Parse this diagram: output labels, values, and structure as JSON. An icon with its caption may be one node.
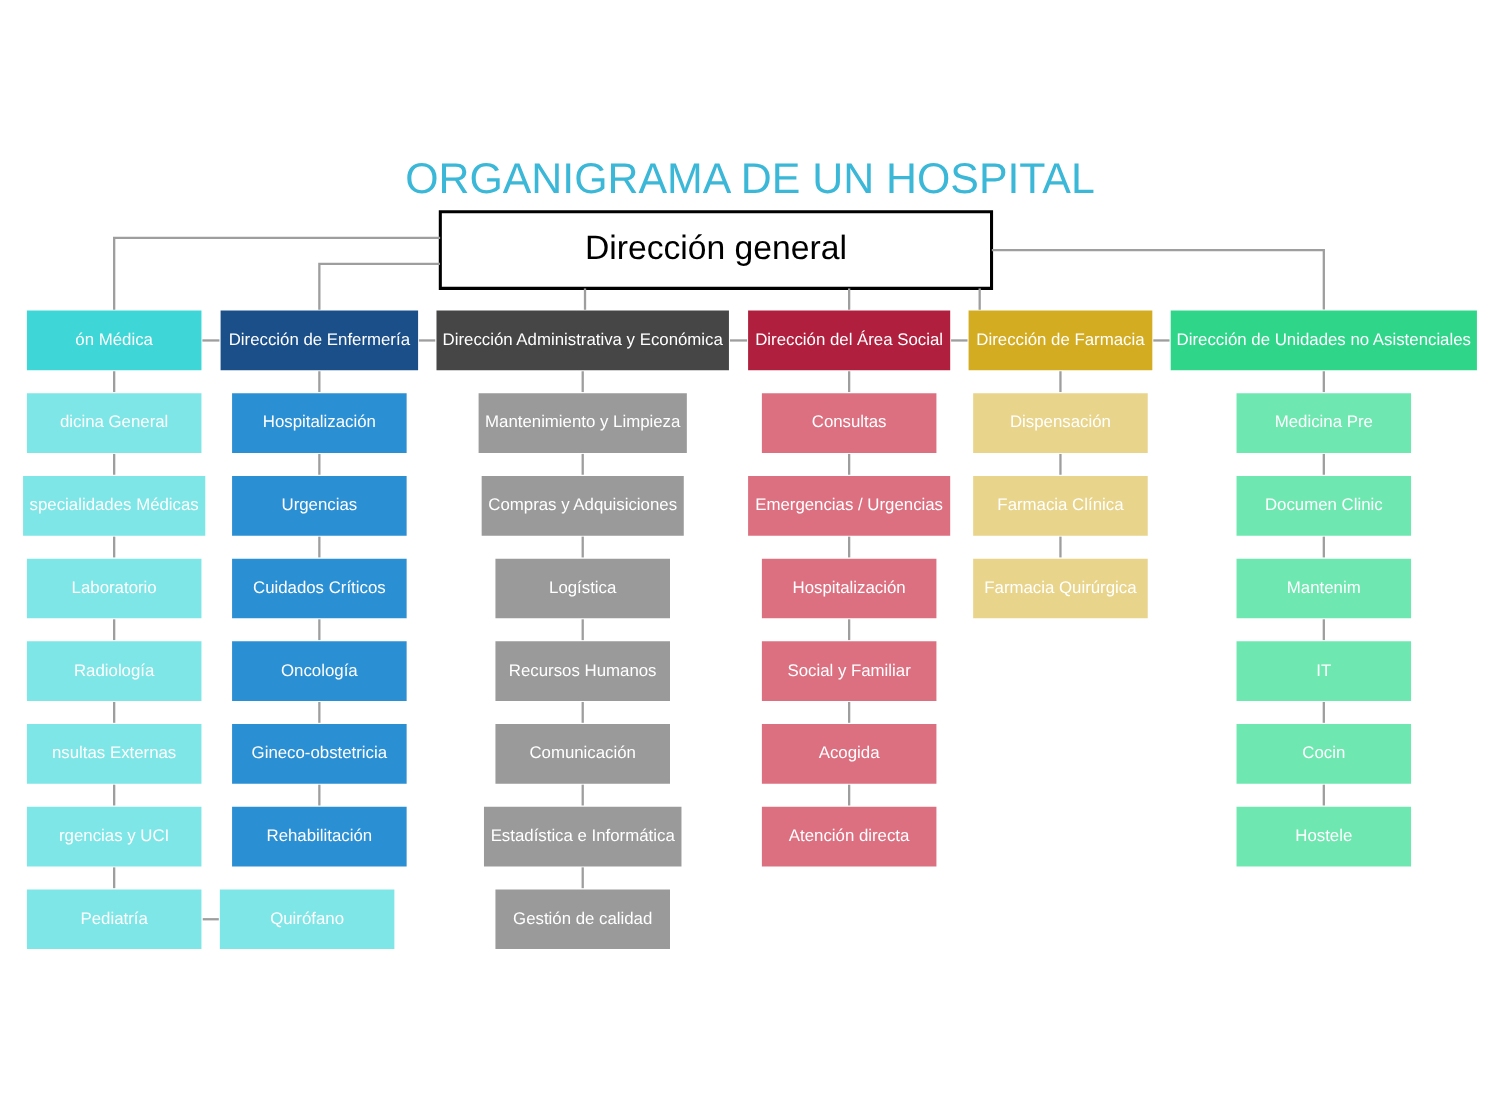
{
  "diagram": {
    "title": "ORGANIGRAMA DE UN HOSPITAL",
    "nodes": [
      {
        "text": [
          "Dirección general"
        ]
      },
      {
        "text": [
          "ón Médica"
        ]
      },
      {
        "text": [
          "Dirección de Enfermería"
        ]
      },
      {
        "text": [
          "Dirección Administrativa y Económica"
        ]
      },
      {
        "text": [
          "Dirección del Área Social"
        ]
      },
      {
        "text": [
          "Dirección de Farmacia"
        ]
      },
      {
        "text": [
          "Dirección de Unidades no Asistenciales"
        ]
      },
      {
        "text": [
          "dicina General"
        ]
      },
      {
        "text": [
          "specialidades Médicas"
        ]
      },
      {
        "text": [
          "Laboratorio"
        ]
      },
      {
        "text": [
          "Radiología"
        ]
      },
      {
        "text": [
          "nsultas Externas"
        ]
      },
      {
        "text": [
          "rgencias y UCI"
        ]
      },
      {
        "text": [
          "Pediatría"
        ]
      },
      {
        "text": [
          "Hospitalización"
        ]
      },
      {
        "text": [
          "Urgencias"
        ]
      },
      {
        "text": [
          "Cuidados Críticos"
        ]
      },
      {
        "text": [
          "Oncología"
        ]
      },
      {
        "text": [
          "Gineco-obstetricia"
        ]
      },
      {
        "text": [
          "Rehabilitación"
        ]
      },
      {
        "text": [
          "Quirófano"
        ]
      },
      {
        "text": [
          "Mantenimiento y Limpieza"
        ]
      },
      {
        "text": [
          "Compras y Adquisiciones"
        ]
      },
      {
        "text": [
          "Logística"
        ]
      },
      {
        "text": [
          "Recursos Humanos"
        ]
      },
      {
        "text": [
          "Comunicación"
        ]
      },
      {
        "text": [
          "Estadística e Informática"
        ]
      },
      {
        "text": [
          "Gestión de calidad"
        ]
      },
      {
        "text": [
          "Consultas"
        ]
      },
      {
        "text": [
          "Emergencias / Urgencias"
        ]
      },
      {
        "text": [
          "Hospitalización"
        ]
      },
      {
        "text": [
          "Social y Familiar"
        ]
      },
      {
        "text": [
          "Acogida"
        ]
      },
      {
        "text": [
          "Atención directa"
        ]
      },
      {
        "text": [
          "Dispensación"
        ]
      },
      {
        "text": [
          "Farmacia Clínica"
        ]
      },
      {
        "text": [
          "Farmacia Quirúrgica"
        ]
      },
      {
        "text": [
          "Medicina Pre"
        ]
      },
      {
        "text": [
          "Documen Clinic"
        ]
      },
      {
        "text": [
          "Mantenim"
        ]
      },
      {
        "text": [
          "IT"
        ]
      },
      {
        "text": [
          "Cocin"
        ]
      },
      {
        "text": [
          "Hostele"
        ]
      }
    ],
    "edges": [
      {
        "from": 0,
        "to": 1,
        "arrow": "none"
      },
      {
        "from": 0,
        "to": 2,
        "arrow": "none"
      },
      {
        "from": 0,
        "to": 3,
        "arrow": "none"
      },
      {
        "from": 0,
        "to": 4,
        "arrow": "none"
      },
      {
        "from": 0,
        "to": 5,
        "arrow": "none"
      },
      {
        "from": 0,
        "to": 6,
        "arrow": "none"
      },
      {
        "from": 1,
        "to": 2,
        "arrow": "none"
      },
      {
        "from": 2,
        "to": 3,
        "arrow": "none"
      },
      {
        "from": 3,
        "to": 4,
        "arrow": "none"
      },
      {
        "from": 4,
        "to": 5,
        "arrow": "none"
      },
      {
        "from": 5,
        "to": 6,
        "arrow": "none"
      },
      {
        "from": 1,
        "to": 7,
        "arrow": "none"
      },
      {
        "from": 7,
        "to": 8,
        "arrow": "none"
      },
      {
        "from": 8,
        "to": 9,
        "arrow": "none"
      },
      {
        "from": 9,
        "to": 10,
        "arrow": "none"
      },
      {
        "from": 10,
        "to": 11,
        "arrow": "none"
      },
      {
        "from": 11,
        "to": 12,
        "arrow": "none"
      },
      {
        "from": 12,
        "to": 13,
        "arrow": "none"
      },
      {
        "from": 13,
        "to": 20,
        "arrow": "none"
      },
      {
        "from": 2,
        "to": 14,
        "arrow": "none"
      },
      {
        "from": 14,
        "to": 15,
        "arrow": "none"
      },
      {
        "from": 15,
        "to": 16,
        "arrow": "none"
      },
      {
        "from": 16,
        "to": 17,
        "arrow": "none"
      },
      {
        "from": 17,
        "to": 18,
        "arrow": "none"
      },
      {
        "from": 18,
        "to": 19,
        "arrow": "none"
      },
      {
        "from": 3,
        "to": 21,
        "arrow": "none"
      },
      {
        "from": 21,
        "to": 22,
        "arrow": "none"
      },
      {
        "from": 22,
        "to": 23,
        "arrow": "none"
      },
      {
        "from": 23,
        "to": 24,
        "arrow": "none"
      },
      {
        "from": 24,
        "to": 25,
        "arrow": "none"
      },
      {
        "from": 25,
        "to": 26,
        "arrow": "none"
      },
      {
        "from": 26,
        "to": 27,
        "arrow": "none"
      },
      {
        "from": 4,
        "to": 28,
        "arrow": "none"
      },
      {
        "from": 28,
        "to": 29,
        "arrow": "none"
      },
      {
        "from": 29,
        "to": 30,
        "arrow": "none"
      },
      {
        "from": 30,
        "to": 31,
        "arrow": "none"
      },
      {
        "from": 31,
        "to": 32,
        "arrow": "none"
      },
      {
        "from": 32,
        "to": 33,
        "arrow": "none"
      },
      {
        "from": 5,
        "to": 34,
        "arrow": "none"
      },
      {
        "from": 34,
        "to": 35,
        "arrow": "none"
      },
      {
        "from": 35,
        "to": 36,
        "arrow": "none"
      },
      {
        "from": 6,
        "to": 37,
        "arrow": "none"
      },
      {
        "from": 37,
        "to": 38,
        "arrow": "none"
      },
      {
        "from": 38,
        "to": 39,
        "arrow": "none"
      },
      {
        "from": 39,
        "to": 40,
        "arrow": "none"
      },
      {
        "from": 40,
        "to": 41,
        "arrow": "none"
      },
      {
        "from": 41,
        "to": 42,
        "arrow": "none"
      }
    ]
  }
}
